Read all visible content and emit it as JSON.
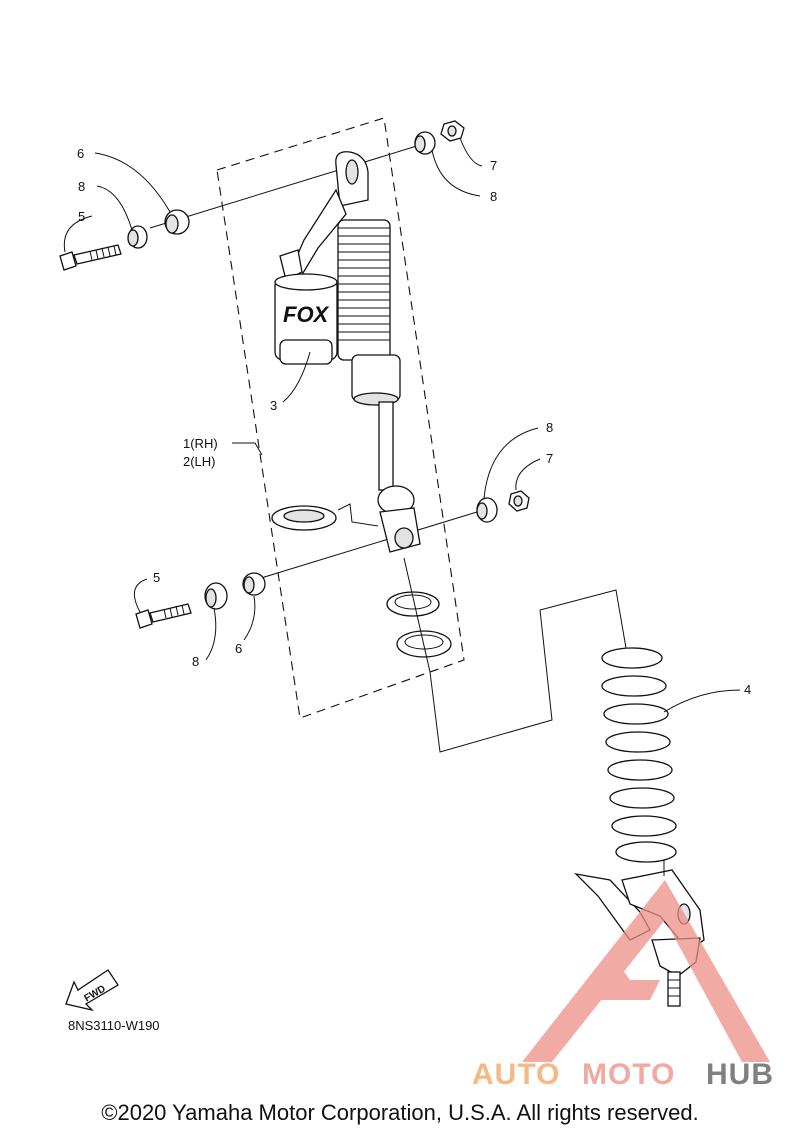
{
  "diagram": {
    "code": "8NS3110-W190",
    "fwd_label": "FWD",
    "callouts": {
      "c1": "1(RH)",
      "c2": "2(LH)",
      "c3": "3",
      "c4": "4",
      "c5_top": "5",
      "c5_bottom": "5",
      "c6_top": "6",
      "c6_bottom": "6",
      "c7_top": "7",
      "c7_bottom": "7",
      "c8_top_left": "8",
      "c8_top_right": "8",
      "c8_mid_right": "8",
      "c8_bottom": "8"
    },
    "shock_brand": "FOX"
  },
  "watermark": {
    "part1": "AUTO",
    "part2": "MOTO",
    "part3": "HUB",
    "colors": {
      "auto": "#f6b884",
      "moto": "#f2a9a2",
      "hub": "#808080",
      "triangle": "#ee8e86"
    }
  },
  "copyright": "©2020 Yamaha Motor Corporation, U.S.A. All rights reserved."
}
